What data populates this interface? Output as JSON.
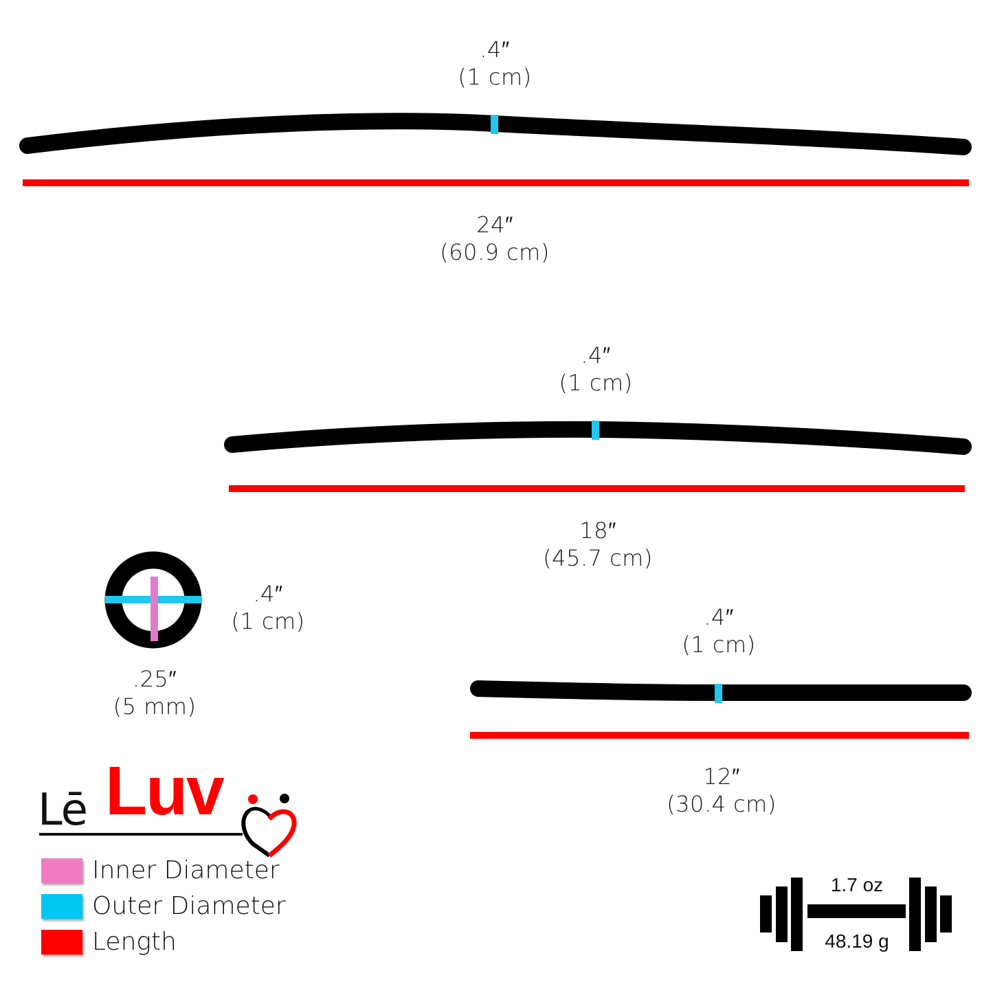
{
  "product": {
    "brand": {
      "prefix": "Lē",
      "name": "Luv"
    },
    "rods": [
      {
        "id": "rod-24",
        "outer_diameter": {
          "in": ".4″",
          "metric": "(1 cm)"
        },
        "length": {
          "in": "24″",
          "metric": "(60.9 cm)"
        }
      },
      {
        "id": "rod-18",
        "outer_diameter": {
          "in": ".4″",
          "metric": "(1 cm)"
        },
        "length": {
          "in": "18″",
          "metric": "(45.7 cm)"
        }
      },
      {
        "id": "rod-12",
        "outer_diameter": {
          "in": ".4″",
          "metric": "(1 cm)"
        },
        "length": {
          "in": "12″",
          "metric": "(30.4 cm)"
        }
      }
    ],
    "cross_section": {
      "outer": {
        "in": ".4″",
        "metric": "(1 cm)"
      },
      "inner": {
        "in": ".25″",
        "metric": "(5 mm)"
      }
    },
    "weight": {
      "imperial": "1.7 oz",
      "metric": "48.19 g"
    }
  },
  "legend": [
    {
      "label": "Inner Diameter",
      "color": "#f07cc0"
    },
    {
      "label": "Outer Diameter",
      "color": "#00c8f0"
    },
    {
      "label": "Length",
      "color": "#ff0000"
    }
  ],
  "colors": {
    "rod": "#000000",
    "length_bar": "#ff0000",
    "outer_marker": "#1ec8ee",
    "inner_marker": "#e07ccc"
  }
}
